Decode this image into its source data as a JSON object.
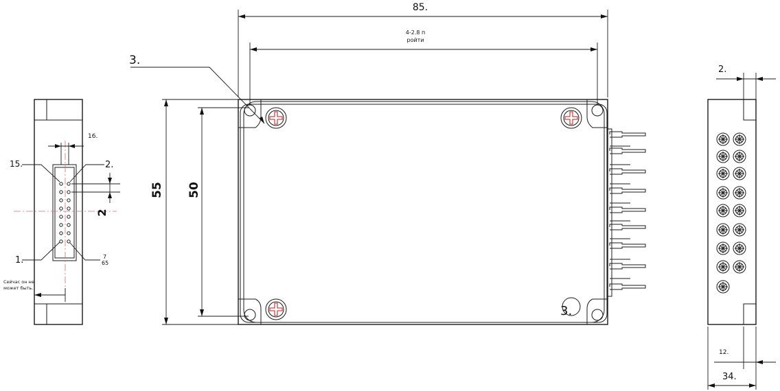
{
  "dimensions": {
    "total_width": "85.",
    "hole_spacing_line1": "4-2.8 п",
    "hole_spacing_line2": "ройти",
    "corner_radius": "3.",
    "height_outer": "55",
    "height_inner": "50",
    "corner_radius_bottom": "3.",
    "right_top": "2.",
    "right_bottom_inner": "12.",
    "right_bottom_outer": "34.",
    "left_pitch_top": "16.",
    "left_pin_top_left": "15.",
    "left_pin_top_right": "2.",
    "left_pitch_side": "2",
    "left_pin_bottom_left": "1.",
    "left_pin_bottom_right_line1": "7",
    "left_pin_bottom_right_line2": "65",
    "left_note_line1": "Сейчас он не",
    "left_note_line2": "может быть."
  }
}
